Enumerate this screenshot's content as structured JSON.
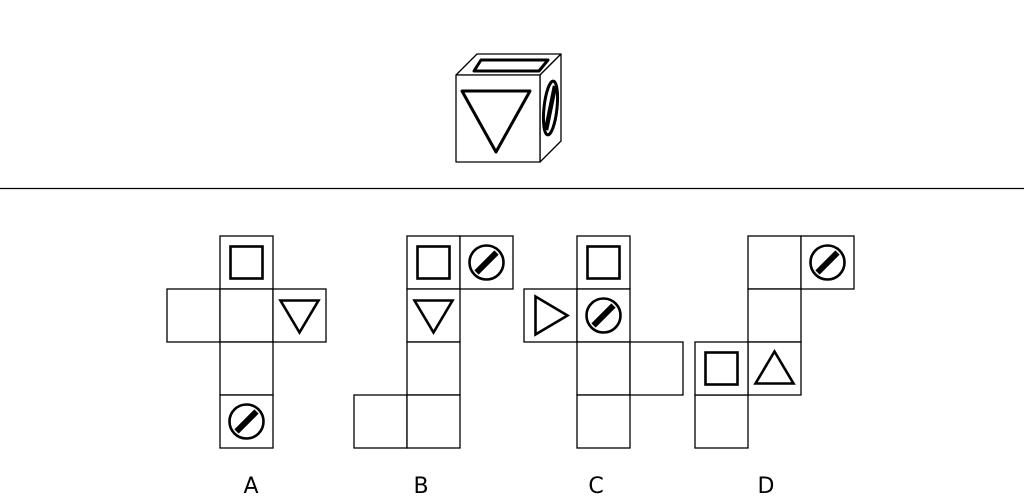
{
  "colors": {
    "stroke": "#000000",
    "background": "#ffffff"
  },
  "reference_cube": {
    "visible_faces": [
      {
        "face": "front",
        "symbol": "triangle-down"
      },
      {
        "face": "top",
        "symbol": "rectangle"
      },
      {
        "face": "right",
        "symbol": "circle-slash"
      }
    ]
  },
  "options": [
    {
      "label": "A",
      "faces": [
        "square",
        "blank",
        "blank",
        "triangle-down",
        "blank",
        "circle-slash"
      ]
    },
    {
      "label": "B",
      "faces": [
        "square",
        "circle-slash",
        "triangle-down",
        "blank",
        "blank",
        "blank"
      ]
    },
    {
      "label": "C",
      "faces": [
        "square",
        "triangle-right",
        "circle-slash",
        "blank",
        "blank",
        "blank"
      ]
    },
    {
      "label": "D",
      "faces": [
        "blank",
        "circle-slash",
        "blank",
        "triangle-up",
        "blank",
        "square"
      ]
    }
  ]
}
